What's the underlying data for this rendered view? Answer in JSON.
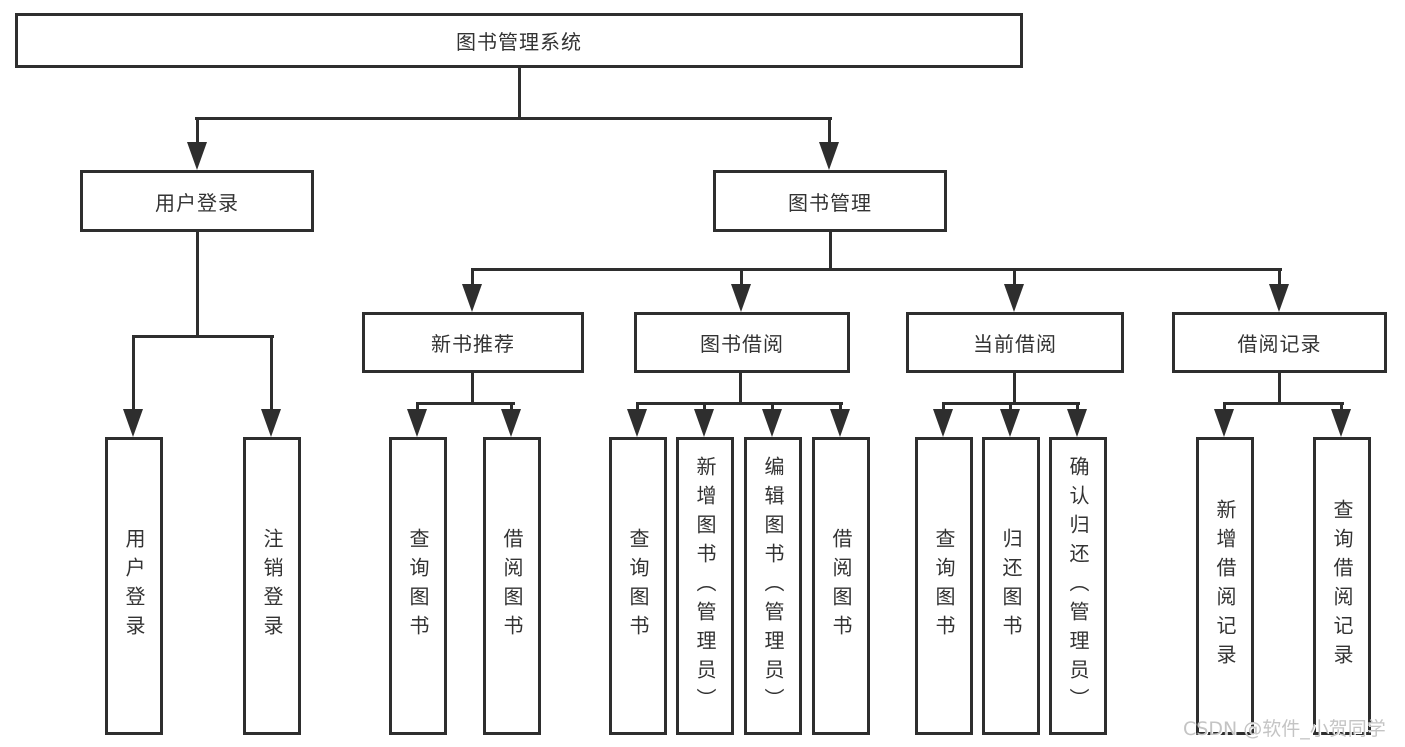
{
  "diagram": {
    "type": "hierarchy-tree",
    "root": {
      "label": "图书管理系统"
    },
    "branches": [
      {
        "label": "用户登录",
        "children": [
          {
            "label": "用户登录"
          },
          {
            "label": "注销登录"
          }
        ]
      },
      {
        "label": "图书管理",
        "children": [
          {
            "label": "新书推荐",
            "children": [
              {
                "label": "查询图书"
              },
              {
                "label": "借阅图书"
              }
            ]
          },
          {
            "label": "图书借阅",
            "children": [
              {
                "label": "查询图书"
              },
              {
                "label": "新增图书（管理员）"
              },
              {
                "label": "编辑图书（管理员）"
              },
              {
                "label": "借阅图书"
              }
            ]
          },
          {
            "label": "当前借阅",
            "children": [
              {
                "label": "查询图书"
              },
              {
                "label": "归还图书"
              },
              {
                "label": "确认归还（管理员）"
              }
            ]
          },
          {
            "label": "借阅记录",
            "children": [
              {
                "label": "新增借阅记录"
              },
              {
                "label": "查询借阅记录"
              }
            ]
          }
        ]
      }
    ],
    "watermark": "CSDN @软件_小贺同学",
    "colors": {
      "line": "#2e2e2e",
      "text": "#333333",
      "background": "#ffffff",
      "watermark": "#c4c4c4"
    }
  }
}
